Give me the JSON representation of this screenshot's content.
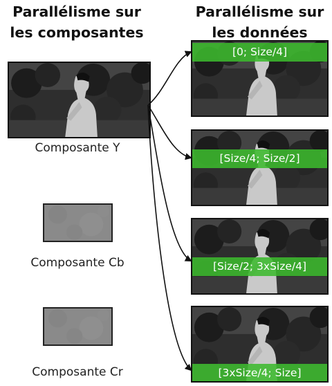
{
  "headings": {
    "left": [
      "Parallélisme sur",
      "les composantes"
    ],
    "right": [
      "Parallélisme sur",
      "les données"
    ]
  },
  "components": {
    "y": "Composante Y",
    "cb": "Composante Cb",
    "cr": "Composante Cr"
  },
  "chunks": [
    "[0; Size/4]",
    "[Size/4; Size/2]",
    "[Size/2; 3xSize/4]",
    "[3xSize/4; Size]"
  ],
  "colors": {
    "highlight": "#3cb92d",
    "border": "#111111",
    "chroma": "#8a8a8a"
  }
}
